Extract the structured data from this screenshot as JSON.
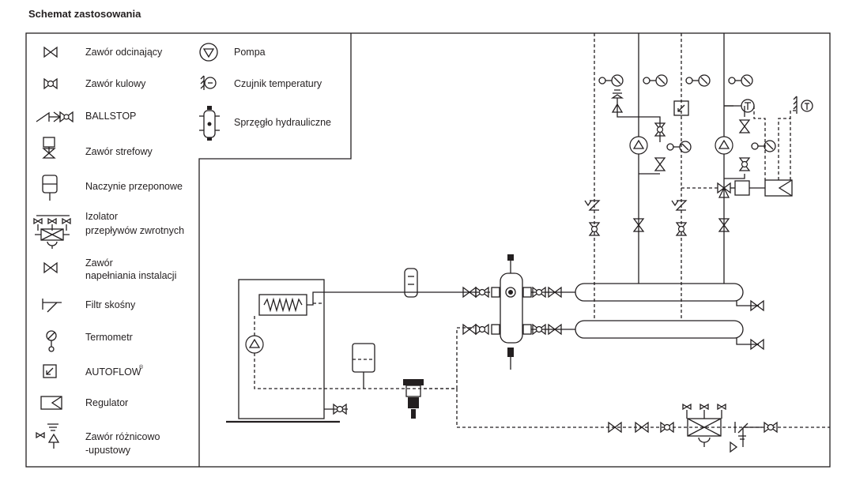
{
  "title": "Schemat zastosowania",
  "legend": {
    "shutoff_valve": "Zawór odcinający",
    "ball_valve": "Zawór kulowy",
    "ballstop": "BALLSTOP",
    "zone_valve": "Zawór strefowy",
    "expansion_vessel": "Naczynie przeponowe",
    "backflow_isolator_1": "Izolator",
    "backflow_isolator_2": "przepływów zwrotnych",
    "fill_valve_1": "Zawór",
    "fill_valve_2": "napełniania instalacji",
    "strainer": "Filtr skośny",
    "thermometer": "Termometr",
    "autoflow": "AUTOFLOW",
    "autoflow_mark": "®",
    "regulator": "Regulator",
    "diff_valve_1": "Zawór różnicowo",
    "diff_valve_2": "-upustowy",
    "pump": "Pompa",
    "temp_sensor": "Czujnik temperatury",
    "hydraulic_separator": "Sprzęgło hydrauliczne"
  }
}
